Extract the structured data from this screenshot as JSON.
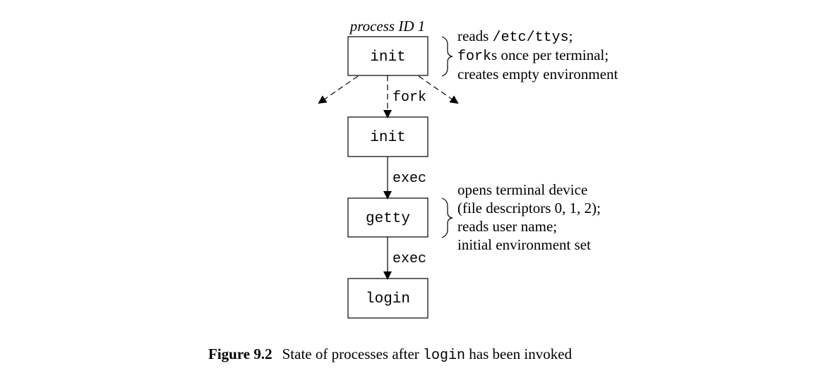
{
  "diagram": {
    "top_label": "process ID 1",
    "nodes": [
      {
        "id": "init1",
        "label": "init"
      },
      {
        "id": "init2",
        "label": "init"
      },
      {
        "id": "getty",
        "label": "getty"
      },
      {
        "id": "login",
        "label": "login"
      }
    ],
    "edges": [
      {
        "from": "init1",
        "to": "init2",
        "label": "fork",
        "style": "dashed"
      },
      {
        "from": "init2",
        "to": "getty",
        "label": "exec",
        "style": "solid"
      },
      {
        "from": "getty",
        "to": "login",
        "label": "exec",
        "style": "solid"
      }
    ],
    "notes": {
      "init": {
        "line1_prefix": "reads ",
        "line1_code": "/etc/ttys",
        "line1_suffix": ";",
        "line2_code": "fork",
        "line2_suffix": "s once per terminal;",
        "line3": "creates empty environment"
      },
      "getty": {
        "line1": "opens terminal device",
        "line2": "(file descriptors 0, 1, 2);",
        "line3": "reads user name;",
        "line4": "initial environment set"
      }
    }
  },
  "caption": {
    "number": "Figure 9.2",
    "text_before": "State of processes after ",
    "code": "login",
    "text_after": " has been invoked"
  },
  "colors": {
    "stroke": "#000000",
    "text": "#000000",
    "background": "#ffffff"
  }
}
